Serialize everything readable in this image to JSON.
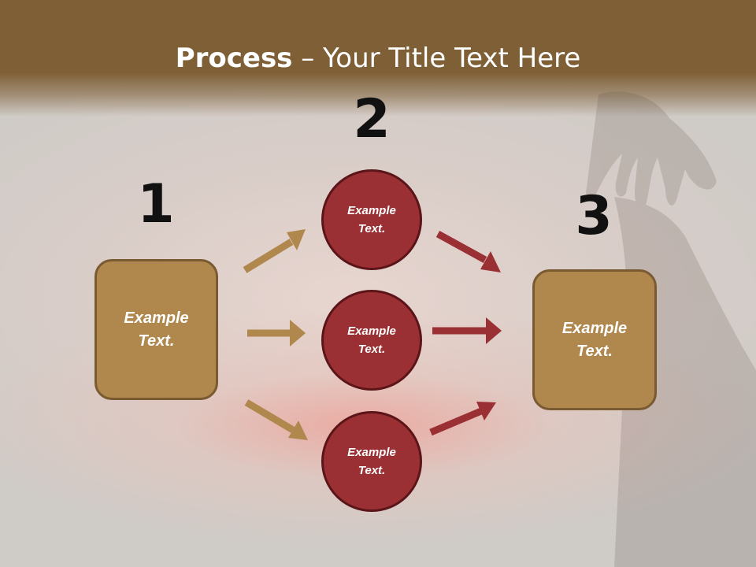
{
  "slide": {
    "title_bold": "Process",
    "title_rest": " – Your Title Text Here"
  },
  "steps": {
    "one": {
      "number": "1",
      "text": "Example\nText."
    },
    "two": {
      "number": "2",
      "circles": [
        {
          "text": "Example\nText."
        },
        {
          "text": "Example\nText."
        },
        {
          "text": "Example\nText."
        }
      ]
    },
    "three": {
      "number": "3",
      "text": "Example\nText."
    }
  },
  "colors": {
    "header": "#7e5f36",
    "box_fill": "#b0874d",
    "circle_fill": "#9b3034",
    "arrow_tan": "#b0874d",
    "arrow_red": "#9b3034"
  }
}
